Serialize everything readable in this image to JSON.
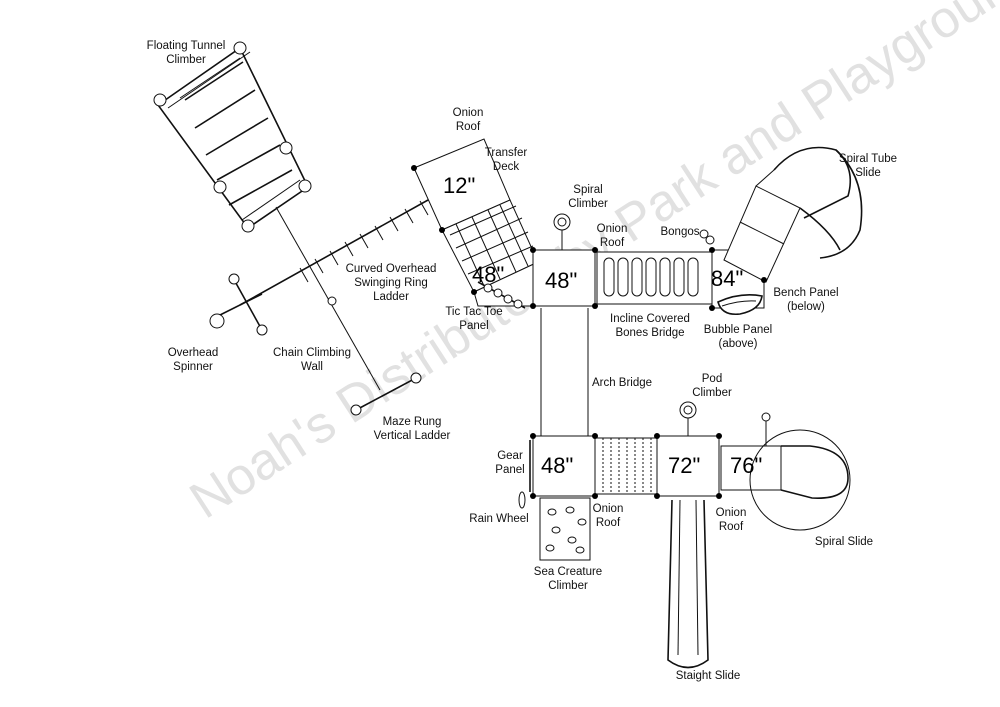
{
  "decks": {
    "transfer_deck": "12\"",
    "deck_left_48": "48\"",
    "deck_center_48": "48\"",
    "deck_84": "84\"",
    "deck_gear_48": "48\"",
    "deck_72": "72\"",
    "deck_76": "76\""
  },
  "labels": {
    "floating_tunnel_climber": [
      "Floating Tunnel",
      "Climber"
    ],
    "onion_roof_top": [
      "Onion",
      "Roof"
    ],
    "transfer_deck": [
      "Transfer",
      "Deck"
    ],
    "spiral_climber": [
      "Spiral",
      "Climber"
    ],
    "onion_roof_center": [
      "Onion",
      "Roof"
    ],
    "bongos": [
      "Bongos"
    ],
    "spiral_tube_slide": [
      "Spiral Tube",
      "Slide"
    ],
    "curved_overhead_ladder": [
      "Curved Overhead",
      "Swinging Ring",
      "Ladder"
    ],
    "tic_tac_toe_panel": [
      "Tic Tac Toe",
      "Panel"
    ],
    "incline_covered_bones_bridge": [
      "Incline Covered",
      "Bones Bridge"
    ],
    "bench_panel": [
      "Bench Panel",
      "(below)"
    ],
    "bubble_panel": [
      "Bubble Panel",
      "(above)"
    ],
    "overhead_spinner": [
      "Overhead",
      "Spinner"
    ],
    "chain_climbing_wall": [
      "Chain Climbing",
      "Wall"
    ],
    "maze_rung_vertical_ladder": [
      "Maze Rung",
      "Vertical Ladder"
    ],
    "arch_bridge": [
      "Arch Bridge"
    ],
    "pod_climber": [
      "Pod",
      "Climber"
    ],
    "gear_panel": [
      "Gear",
      "Panel"
    ],
    "rain_wheel": [
      "Rain Wheel"
    ],
    "onion_roof_bottom_left": [
      "Onion",
      "Roof"
    ],
    "onion_roof_bottom_right": [
      "Onion",
      "Roof"
    ],
    "sea_creature_climber": [
      "Sea Creature",
      "Climber"
    ],
    "spiral_slide": [
      "Spiral Slide"
    ],
    "straight_slide": [
      "Staight Slide"
    ]
  },
  "watermark": "Noah's Distributed by Park and Playgrounds"
}
